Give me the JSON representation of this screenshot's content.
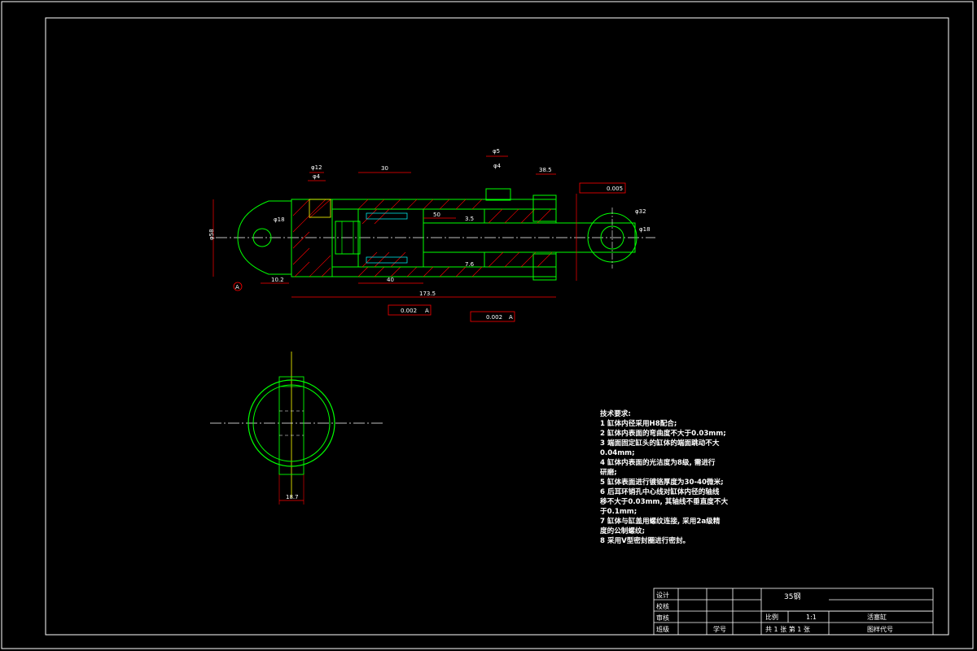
{
  "drawing": {
    "dimensions": {
      "d_eye_small": "φ12",
      "d_eye_small2": "φ4",
      "len_30": "30",
      "d_port": "φ5",
      "d_port2": "φ4",
      "len_38_5": "38.5",
      "tolerance_top": "0.005",
      "d_left_height": "φ58",
      "d_hole_left": "φ18",
      "len_10_2": "10.2",
      "len_40": "40",
      "len_173_5": "173.5",
      "r_eye_right": "φ32",
      "d_rod": "φ18",
      "len_50": "50",
      "roughness_a": "3.5",
      "roughness_b": "7.6",
      "tol_a": "0.002",
      "tol_b": "0.002",
      "datum": "A",
      "section_dim": "18.7"
    },
    "requirements": {
      "title": "技术要求:",
      "lines": [
        "1 缸体内径采用H8配合;",
        "2 缸体内表面的弯曲度不大于0.03mm;",
        "3 端面固定缸头的缸体的端面跳动不大",
        "0.04mm;",
        "4 缸体内表面的光洁度为8级, 需进行",
        "研磨;",
        "5 缸体表面进行镀铬厚度为30-40微米;",
        "6 后耳环销孔中心线对缸体内径的轴线",
        "移不大于0.03mm, 其轴线不垂直度不大",
        "于0.1mm;",
        "7 缸体与缸盖用螺纹连接, 采用2a级精",
        "度的公制螺纹;",
        "8 采用V型密封圈进行密封。"
      ]
    },
    "title_block": {
      "design": "设计",
      "proof": "校核",
      "review": "审核",
      "class": "班级",
      "student_no": "学号",
      "material": "35钢",
      "scale_label": "比例",
      "scale_value": "1:1",
      "sheets": "共 1 张  第 1 张",
      "part_name": "活塞缸",
      "drawing_no": "图样代号"
    }
  }
}
